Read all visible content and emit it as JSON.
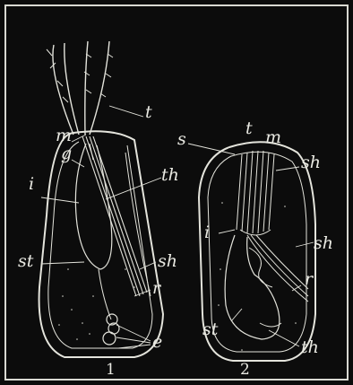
{
  "figure_labels": {
    "fig1_t": "t",
    "fig1_m": "m",
    "fig1_g": "g",
    "fig1_i": "i",
    "fig1_th": "th",
    "fig1_st": "st",
    "fig1_sh": "sh",
    "fig1_r": "r",
    "fig1_e": "e",
    "fig1_number": "1",
    "fig2_s": "s",
    "fig2_t": "t",
    "fig2_m": "m",
    "fig2_sh_top": "sh",
    "fig2_i": "i",
    "fig2_sh_side": "sh",
    "fig2_r": "r",
    "fig2_st": "st",
    "fig2_th": "th",
    "fig2_number": "2"
  },
  "colors": {
    "background": "#0c0c0c",
    "frame": "#d9d9d2",
    "ink": "#e9e9e2"
  }
}
